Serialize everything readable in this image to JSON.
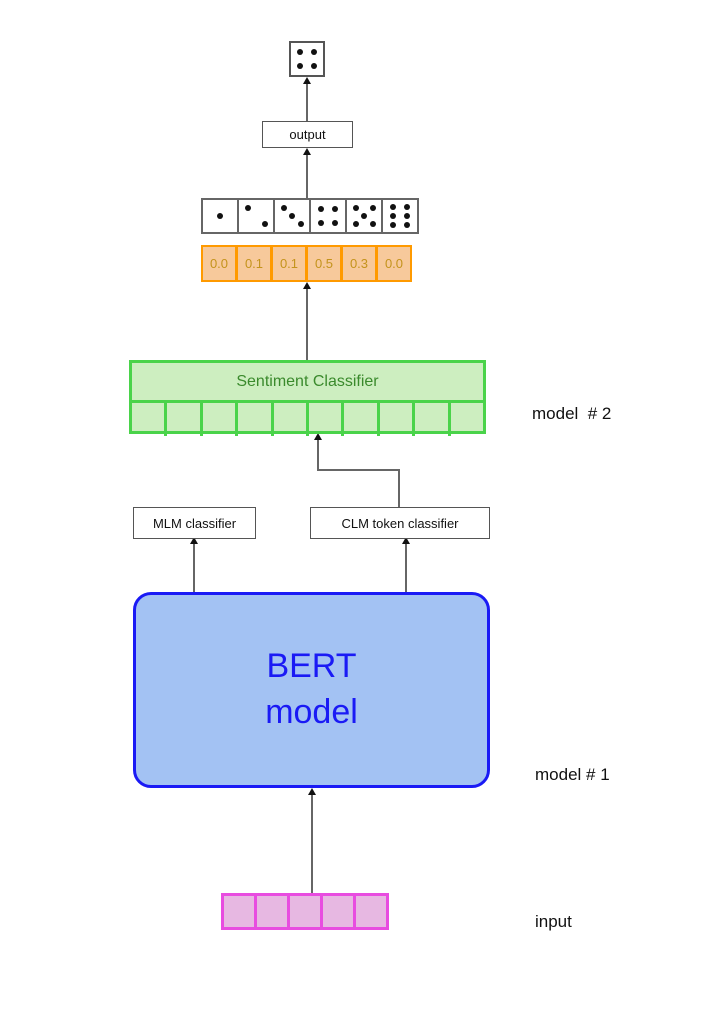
{
  "output_die": {
    "face": 4
  },
  "output_box": {
    "label": "output"
  },
  "dice_row": {
    "faces": [
      1,
      2,
      3,
      4,
      5,
      6
    ]
  },
  "probabilities": {
    "values": [
      "0.0",
      "0.1",
      "0.1",
      "0.5",
      "0.3",
      "0.0"
    ]
  },
  "sentiment_classifier": {
    "label": "Sentiment Classifier",
    "cell_count": 10
  },
  "mlm_classifier": {
    "label": "MLM classifier"
  },
  "clm_classifier": {
    "label": "CLM token classifier"
  },
  "bert": {
    "line1": "BERT",
    "line2": "model"
  },
  "input_tokens": {
    "cell_count": 5
  },
  "side_labels": {
    "model2": "model  # 2",
    "model1": "model # 1",
    "input": "input"
  },
  "colors": {
    "green_border": "#4ad34a",
    "green_fill": "#cdeec0",
    "green_text": "#3a8a2c",
    "orange_border": "#ff9a00",
    "orange_fill": "#f7c99b",
    "orange_text": "#c4931c",
    "bert_border": "#1a1af5",
    "bert_fill": "#a3c2f3",
    "input_border": "#e84ce0",
    "input_fill": "#e7b8e2"
  }
}
